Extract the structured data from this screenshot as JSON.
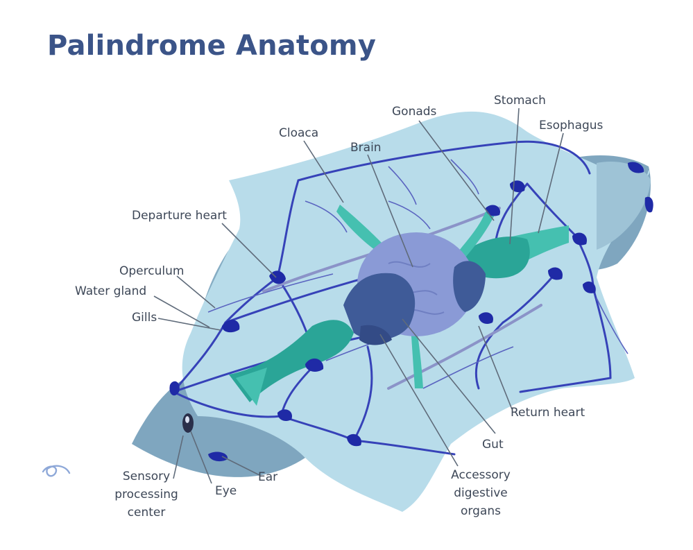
{
  "title": "Palindrome Anatomy",
  "labels": {
    "stomach": "Stomach",
    "gonads": "Gonads",
    "esophagus": "Esophagus",
    "cloaca": "Cloaca",
    "brain": "Brain",
    "departure_heart": "Departure heart",
    "operculum": "Operculum",
    "water_gland": "Water gland",
    "gills": "Gills",
    "return_heart": "Return heart",
    "gut": "Gut",
    "accessory_digestive_organs": [
      "Accessory",
      "digestive",
      "organs"
    ],
    "ear": "Ear",
    "eye": "Eye",
    "sensory_processing_center": [
      "Sensory",
      "processing",
      "center"
    ]
  },
  "colors": {
    "title": "#3b5488",
    "body_fill": "#b8dcea",
    "body_shadow": "#7fa6bf",
    "vessel": "#3642b8",
    "organ_teal": "#34b5a6",
    "brain": "#8a9ad6",
    "dark_organ": "#3f5b98",
    "label": "#3d4757"
  }
}
